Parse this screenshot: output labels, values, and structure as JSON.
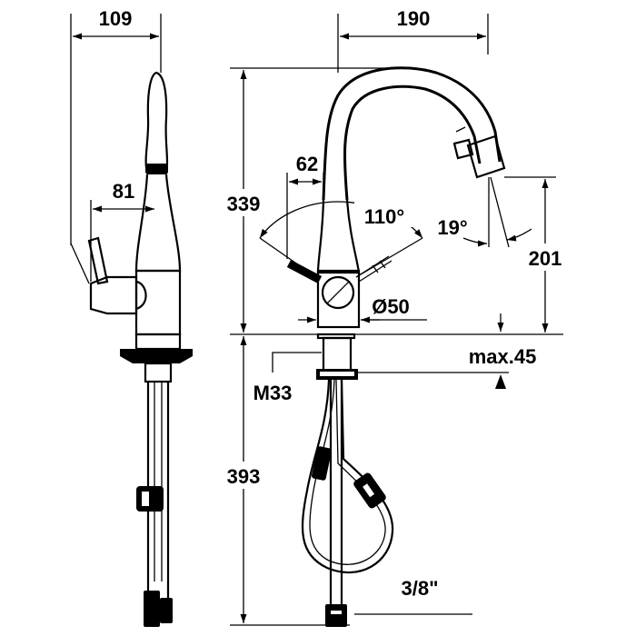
{
  "dimensions": {
    "side_width_total": "109",
    "side_handle_width": "81",
    "reach": "190",
    "height_above_deck": "339",
    "lever_offset": "62",
    "lever_angle": "110°",
    "spray_angle": "19°",
    "outlet_height": "201",
    "body_diameter": "Ø50",
    "deck_thread": "M33",
    "max_deck_thickness": "max.45",
    "hose_length": "393",
    "hose_connection": "3/8\""
  },
  "colors": {
    "line": "#000000",
    "background": "#ffffff"
  }
}
